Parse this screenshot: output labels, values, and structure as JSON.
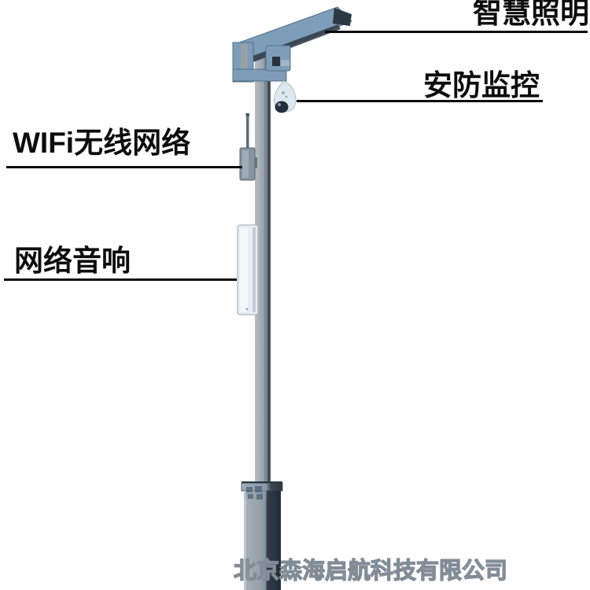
{
  "diagram": {
    "type": "smart-lamp-pole-product-callout",
    "labels": {
      "lighting": "智慧照明",
      "camera": "安防监控",
      "wifi": "WIFi无线网络",
      "speaker": "网络音响"
    },
    "watermark": "北京森海启航科技有限公司",
    "components": [
      "lamp-arm",
      "security-camera",
      "wifi-antenna",
      "network-speaker",
      "pole-shaft",
      "pole-base"
    ],
    "colors": {
      "background": "#ffffff",
      "label_text": "#0d0d0d",
      "callout_line": "#0d0d0d",
      "arm_blue": "#7e9db8",
      "arm_shadow": "#2f3b46",
      "pole_light": "#b4bbc2",
      "pole_dark_edge": "#46505a",
      "camera_housing": "#dde8f0",
      "camera_lens": "#232f3a",
      "wifi_box": "#8894a0",
      "speaker_body": "#e8eef3",
      "base_dark": "#222c36",
      "watermark_gray": "#828c96"
    }
  }
}
